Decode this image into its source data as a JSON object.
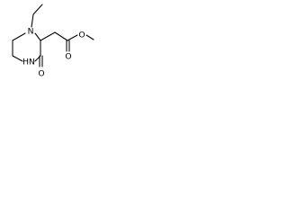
{
  "molecule": {
    "atoms": {
      "n1": "N",
      "n2": "HN",
      "o_carbonyl_ring": "O",
      "o_ester_double": "O",
      "o_ester_single": "O"
    }
  }
}
